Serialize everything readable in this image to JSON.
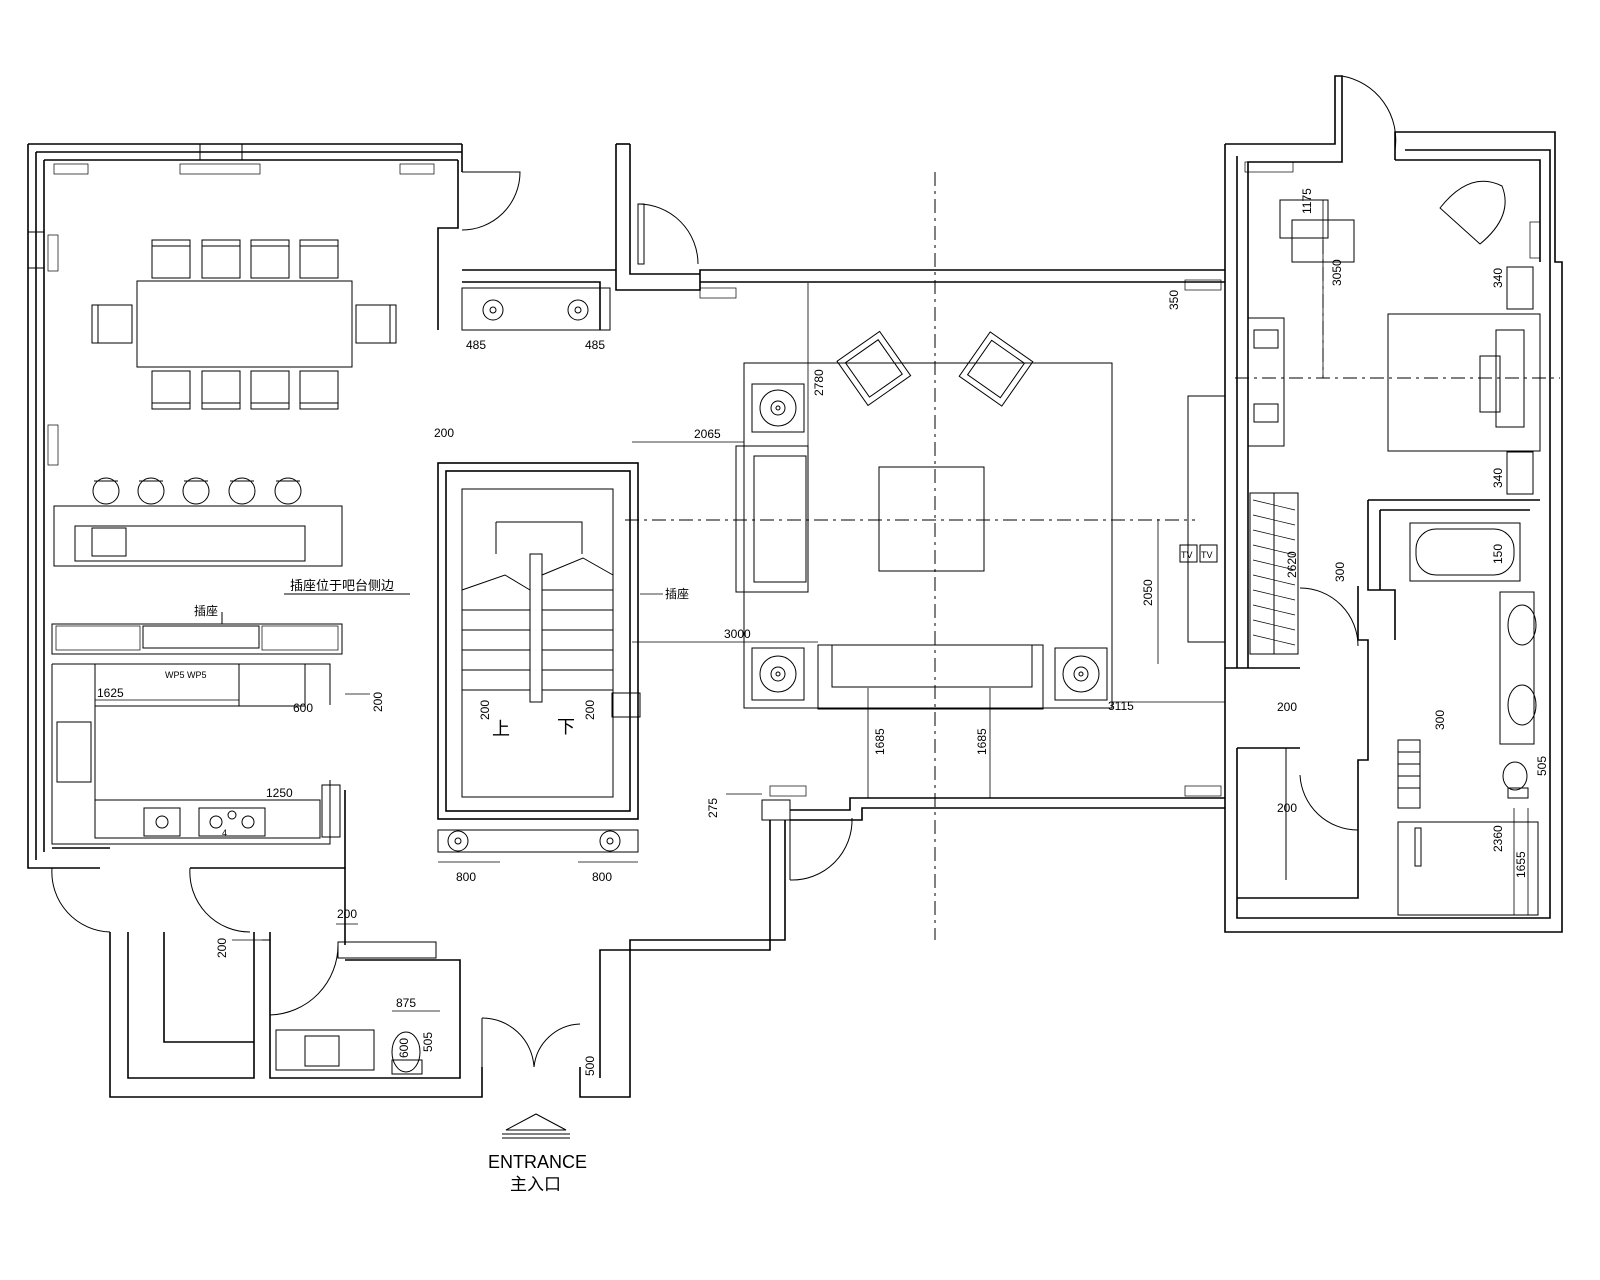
{
  "entrance": {
    "label": "ENTRANCE",
    "label_cn": "主入口"
  },
  "stairs": {
    "up": "上",
    "down": "下"
  },
  "notes": {
    "bar_outlet": "插座位于吧台侧边",
    "outlet_a": "插座",
    "outlet_b": "插座",
    "wp": "WP5 WP5",
    "tv1": "TV",
    "tv2": "TV",
    "kitchen_outlet": "4"
  },
  "dimensions": {
    "d485a": "485",
    "d485b": "485",
    "d200_stair_top": "200",
    "d2065": "2065",
    "d3000": "3000",
    "d2780": "2780",
    "d350": "350",
    "d2050": "2050",
    "d3115": "3115",
    "d1685a": "1685",
    "d1685b": "1685",
    "d1625": "1625",
    "d600": "600",
    "d200_kitchen": "200",
    "d1250": "1250",
    "d200_stair_l": "200",
    "d200_stair_r": "200",
    "d275": "275",
    "d800a": "800",
    "d800b": "800",
    "d200_corr_top": "200",
    "d200_corr_left": "200",
    "d875": "875",
    "d600_wc": "600",
    "d505": "505",
    "d500": "500",
    "d1175": "1175",
    "d3050": "3050",
    "d340a": "340",
    "d340b": "340",
    "d300a": "300",
    "d150": "150",
    "d2620": "2620",
    "d200_wardrobe": "200",
    "d300b": "300",
    "d200_closet": "200",
    "d505b": "505",
    "d2360": "2360",
    "d1655": "1655"
  }
}
